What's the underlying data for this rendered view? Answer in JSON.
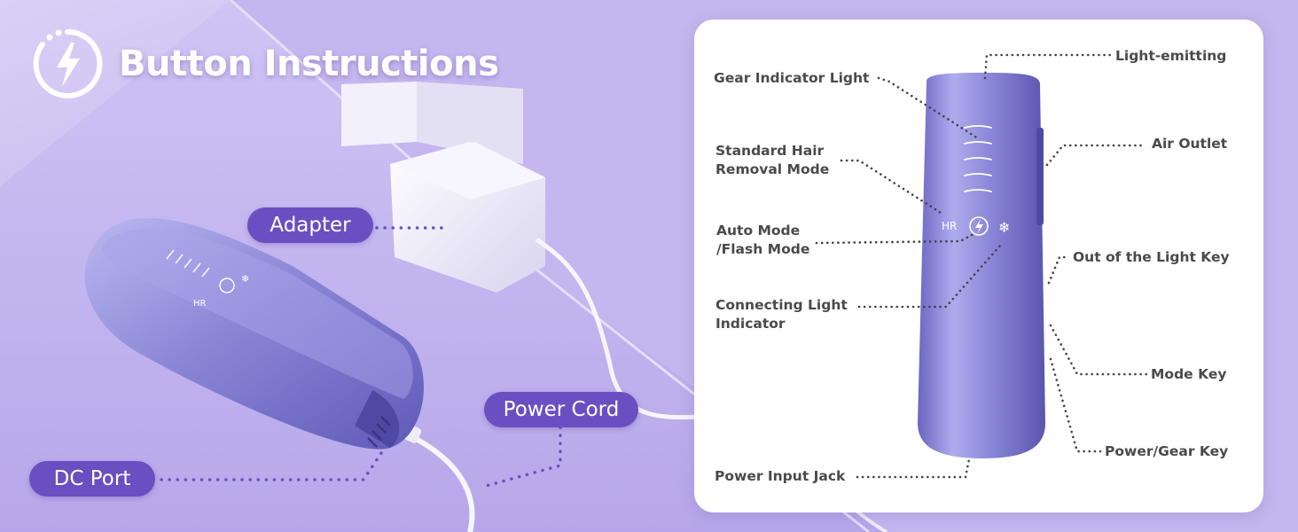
{
  "header": {
    "title": "Button Instructions",
    "icon": "lightning-power-icon"
  },
  "scene_labels": {
    "adapter": "Adapter",
    "power_cord": "Power Cord",
    "dc_port": "DC Port"
  },
  "device_face": {
    "hr": "HR"
  },
  "panel": {
    "labels": {
      "light_emitting": "Light-emitting",
      "gear_indicator": "Gear Indicator Light",
      "air_outlet": "Air Outlet",
      "standard_mode": "Standard Hair\nRemoval Mode",
      "auto_mode": "Auto Mode\n/Flash Mode",
      "out_of_light_key": "Out of the Light Key",
      "connecting_light": "Connecting Light\nIndicator",
      "mode_key": "Mode Key",
      "power_gear_key": "Power/Gear Key",
      "power_input_jack": "Power Input Jack"
    }
  },
  "colors": {
    "pill": "#6a4fc2",
    "device": "#8a86d6",
    "leader_dots": "#444444",
    "scene_dots": "#6a4fc2"
  }
}
